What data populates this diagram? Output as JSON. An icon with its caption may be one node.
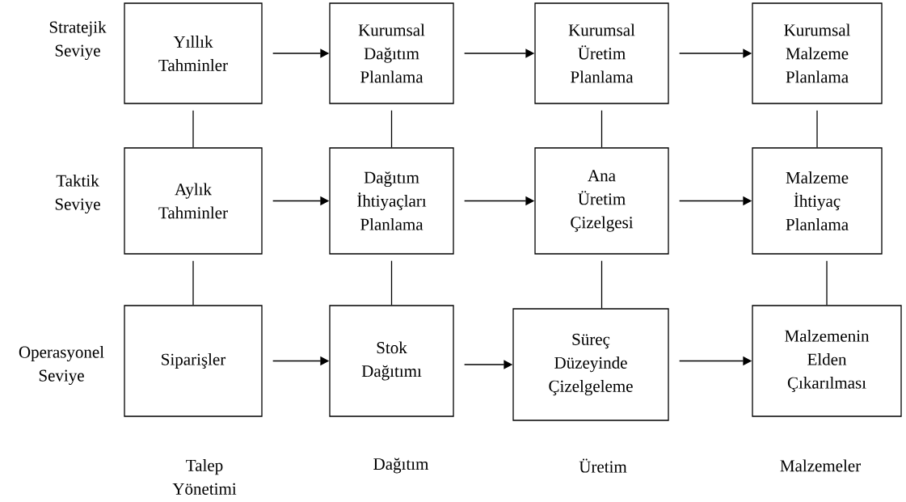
{
  "diagram": {
    "nodes": [
      {
        "text": [
          "Yıllık Tahminler"
        ]
      },
      {
        "text": [
          "Kurumsal Dağıtım Planlama"
        ]
      },
      {
        "text": [
          "Kurumsal Üretim Planlama"
        ]
      },
      {
        "text": [
          "Kurumsal Malzeme Planlama"
        ]
      },
      {
        "text": [
          "Aylık Tahminler"
        ]
      },
      {
        "text": [
          "Dağıtım İhtiyaçları Planlama"
        ]
      },
      {
        "text": [
          "Ana Üretim Çizelgesi"
        ]
      },
      {
        "text": [
          "Malzeme İhtiyaç Planlama"
        ]
      },
      {
        "text": [
          "Siparişler"
        ]
      },
      {
        "text": [
          "Stok Dağıtımı"
        ]
      },
      {
        "text": [
          "Süreç Düzeyinde Çizelgeleme"
        ]
      },
      {
        "text": [
          "Malzemenin Elden Çıkarılması"
        ]
      }
    ],
    "edges": [
      {
        "from": 0,
        "to": 1,
        "arrow": "to"
      },
      {
        "from": 1,
        "to": 2,
        "arrow": "to"
      },
      {
        "from": 2,
        "to": 3,
        "arrow": "to"
      },
      {
        "from": 4,
        "to": 5,
        "arrow": "to"
      },
      {
        "from": 5,
        "to": 6,
        "arrow": "to"
      },
      {
        "from": 6,
        "to": 7,
        "arrow": "to"
      },
      {
        "from": 8,
        "to": 9,
        "arrow": "to"
      },
      {
        "from": 9,
        "to": 10,
        "arrow": "to"
      },
      {
        "from": 10,
        "to": 11,
        "arrow": "to"
      },
      {
        "from": 0,
        "to": 4,
        "arrow": "none"
      },
      {
        "from": 1,
        "to": 5,
        "arrow": "none"
      },
      {
        "from": 2,
        "to": 6,
        "arrow": "none"
      },
      {
        "from": 3,
        "to": 7,
        "arrow": "none"
      },
      {
        "from": 4,
        "to": 8,
        "arrow": "none"
      },
      {
        "from": 5,
        "to": 9,
        "arrow": "none"
      },
      {
        "from": 6,
        "to": 10,
        "arrow": "none"
      },
      {
        "from": 7,
        "to": 11,
        "arrow": "none"
      }
    ],
    "labels": [
      "Stratejik Seviye",
      "Taktik Seviye",
      "Operasyonel Seviye",
      "Talep Yönetimi",
      "Dağıtım",
      "Üretim",
      "Malzemeler"
    ]
  }
}
